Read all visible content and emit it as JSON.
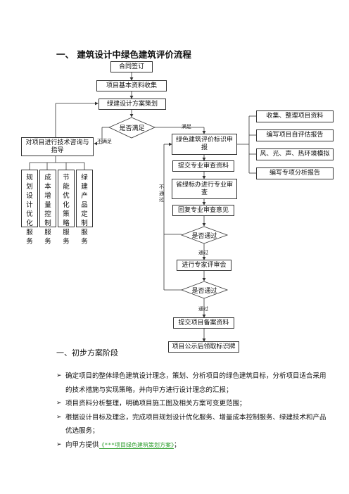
{
  "title": "一、 建筑设计中绿色建筑评价流程",
  "flow": {
    "contract": "合同签订",
    "collect": "项目基本资料收集",
    "plan": "绿建设计方案策划",
    "decision1": "是否满足",
    "satisfied": "满足",
    "not_satisfied": "不满足",
    "consult": "对项目进行技术咨询与指导",
    "services": [
      "规划设计优化服务",
      "成本增量控制服务",
      "节能优化策略服务",
      "绿建产品定制服务"
    ],
    "apply": "绿色建筑评价标识申报",
    "submit_review": "提交专业审查资料",
    "province_review": "省绿标办进行专业审查",
    "reply": "回复专业审查意见",
    "decision2": "是否通过",
    "pass1": "通过",
    "not_pass": "不通过",
    "expert": "进行专家评审会",
    "decision3": "是否通过",
    "pass2": "通过",
    "record": "提交项目备案资料",
    "publicize": "项目公示后领取标识牌",
    "right_tasks": [
      "收集、整理项目资料",
      "编写项目自评估报告",
      "风、光、声、热环境模拟",
      "编写专项分析报告"
    ]
  },
  "section": {
    "heading": "一、初步方案阶段",
    "bullets": [
      "确定项目的整体绿色建筑设计理念，策划、分析项目的绿色建筑目标，分析项目适合采用的技术措施与实现策略，并向甲方进行设计理念的汇报；",
      "项目资料分析整理，明确项目施工图及相关方案可变更范围；",
      "根据设计目标及理念，完成项目规划设计优化服务、增量成本控制服务、绿建技术和产品优选服务；"
    ],
    "last_bullet_prefix": "向甲方提供",
    "last_bullet_link": "《***项目绿色建筑策划方案》",
    "last_bullet_suffix": "；"
  }
}
